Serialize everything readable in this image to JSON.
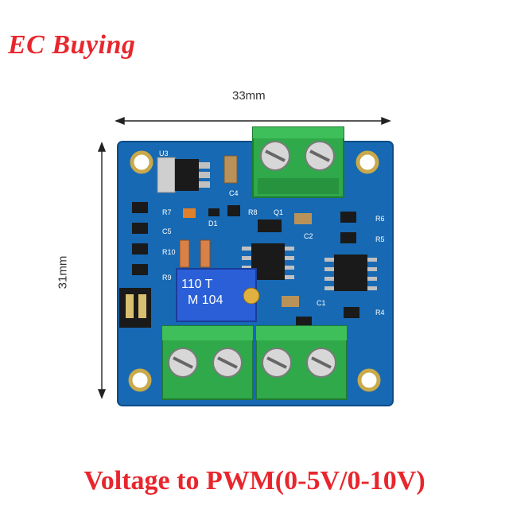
{
  "brand": {
    "text": "EC Buying"
  },
  "dimensions": {
    "width_label": "33mm",
    "height_label": "31mm"
  },
  "caption": {
    "text": "Voltage to PWM(0-5V/0-10V)"
  },
  "board": {
    "silkscreen": {
      "u3": "U3",
      "c4": "C4",
      "r7": "R7",
      "d1": "D1",
      "r8": "R8",
      "q1": "Q1",
      "c5": "C5",
      "r6": "R6",
      "r5": "R5",
      "c2": "C2",
      "r10": "R10",
      "r9": "R9",
      "c1": "C1",
      "r4": "R4"
    },
    "pot_label_1": "110 T",
    "pot_label_2": "M 104"
  },
  "colors": {
    "pcb": "#1769b3",
    "terminal": "#2fa94a",
    "brand": "#e8262d"
  }
}
